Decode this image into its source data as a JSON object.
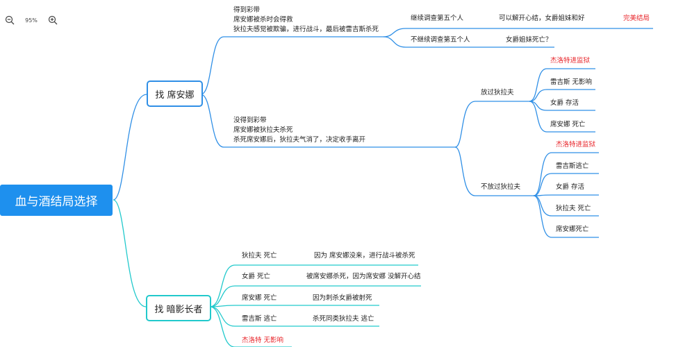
{
  "toolbar": {
    "zoom_out": "zoom-out",
    "zoom_level": "95%",
    "zoom_in": "zoom-in"
  },
  "colors": {
    "root_bg": "#1e90ee",
    "blue_line": "#2f8fe6",
    "cyan_line": "#22c9cc",
    "highlight": "#e8262b"
  },
  "root": {
    "label": "血与酒结局选择"
  },
  "branch1": {
    "label": "找 席安娜",
    "got_blessing": [
      "得到彩带",
      "席安娜被杀时会得救",
      "狄拉夫感觉被欺骗，进行战斗，最后被雷吉斯杀死"
    ],
    "continue": {
      "label": "继续调查第五个人",
      "result": "可以解开心结，女爵姐妹和好",
      "ending": "完美结局"
    },
    "stop": {
      "label": "不继续调查第五个人",
      "result": "女爵姐妹死亡？"
    },
    "no_blessing": [
      "没得到彩带",
      "席安娜被狄拉夫杀死",
      "杀死席安娜后，狄拉夫气消了，决定收手离开"
    ],
    "spare": {
      "label": "放过狄拉夫",
      "outcomes": [
        "杰洛特进监狱",
        "雷吉斯 无影响",
        "女爵 存活",
        "席安娜 死亡"
      ]
    },
    "kill": {
      "label": "不放过狄拉夫",
      "outcomes": [
        "杰洛特进监狱",
        "雷吉斯逃亡",
        "女爵 存活",
        "狄拉夫 死亡",
        "席安娜死亡"
      ]
    }
  },
  "branch2": {
    "label": "找 暗影长者",
    "rows": [
      {
        "name": "狄拉夫  死亡",
        "reason": "因为 席安娜没来，进行战斗被杀死"
      },
      {
        "name": "女爵 死亡",
        "reason": "被席安娜杀死，因为席安娜 没解开心结"
      },
      {
        "name": "席安娜 死亡",
        "reason": "因为刺杀女爵被射死"
      },
      {
        "name": "雷吉斯 逃亡",
        "reason": "杀死同类狄拉夫 逃亡"
      },
      {
        "name": "杰洛特 无影响",
        "reason": ""
      }
    ]
  }
}
